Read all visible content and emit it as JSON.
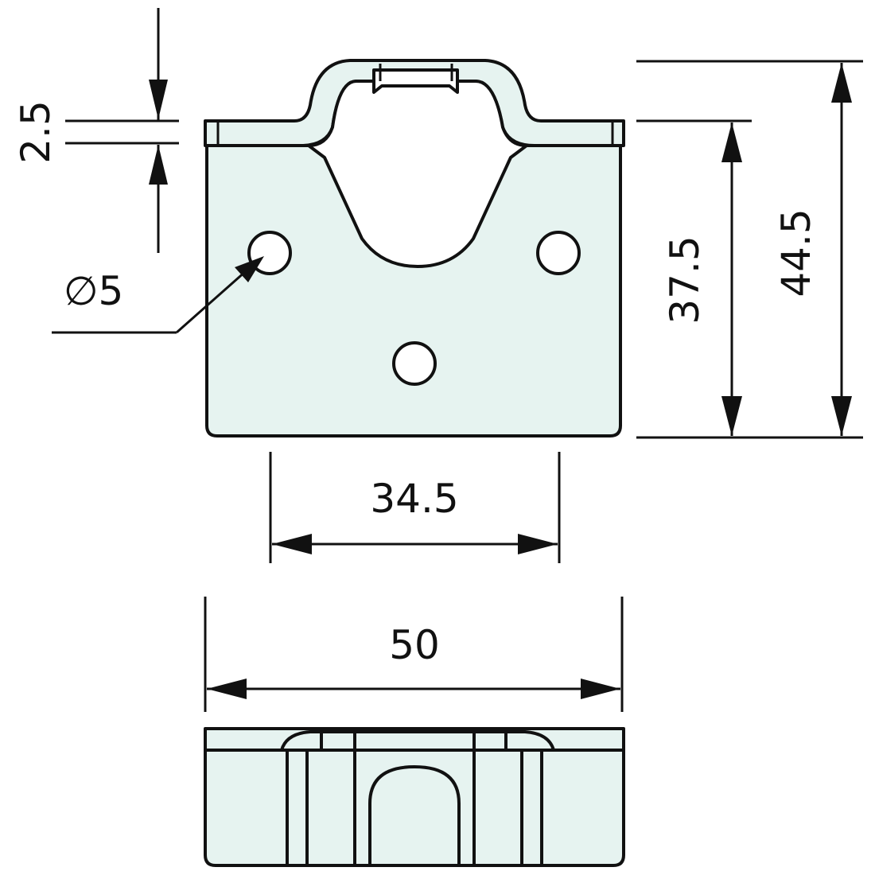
{
  "drawing": {
    "subject": "bent sheet-metal bracket / hook plate",
    "views": [
      "front-view",
      "bottom-view"
    ],
    "fill_color": "#e6f3f0",
    "line_color": "#111111"
  },
  "dimensions": {
    "thickness": "2.5",
    "hole_diameter": "∅5",
    "hole_symbol": "∅",
    "hole_value": "5",
    "plate_height": "37.5",
    "overall_height": "44.5",
    "hole_spacing": "34.5",
    "overall_width": "50"
  }
}
